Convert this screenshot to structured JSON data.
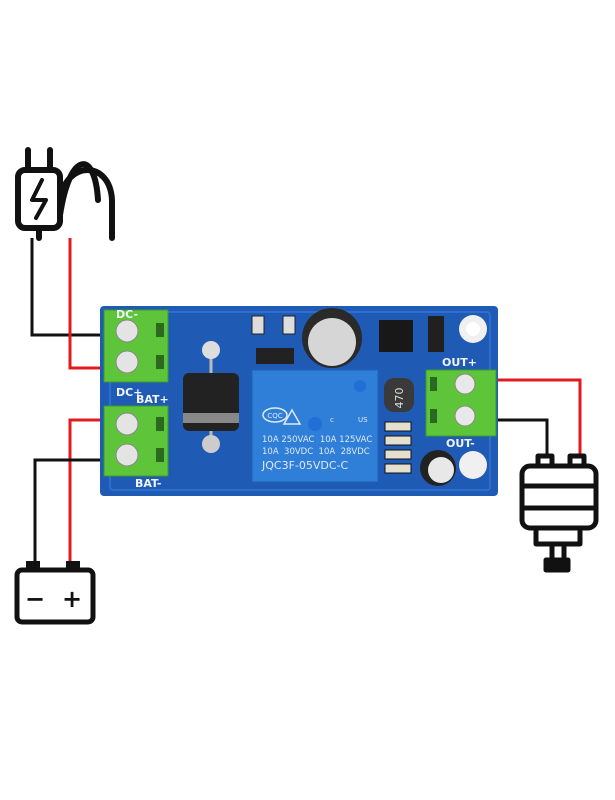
{
  "colors": {
    "pcb": "#1f5bb5",
    "terminal": "#5ec53a",
    "relay": "#2f7fd9",
    "wire_positive": "#e01b1b",
    "wire_negative": "#111111"
  },
  "icons": {
    "charger": "charger-plug-icon",
    "battery": "battery-icon",
    "motor": "dc-motor-icon"
  },
  "pcb": {
    "labels": {
      "dc_minus": "DC-",
      "dc_plus": "DC+",
      "bat_plus": "BAT+",
      "bat_minus": "BAT-",
      "out_plus": "OUT+",
      "out_minus": "OUT-"
    },
    "relay": {
      "cert_mark": "CQC",
      "c_mark": "c",
      "us_mark": "US",
      "line1": "10A 250VAC  10A 125VAC",
      "line2": "10A  30VDC  10A  28VDC",
      "model": "JQC3F-05VDC-C"
    },
    "inductor_marking": "470"
  },
  "battery": {
    "minus_label": "−",
    "plus_label": "+"
  }
}
